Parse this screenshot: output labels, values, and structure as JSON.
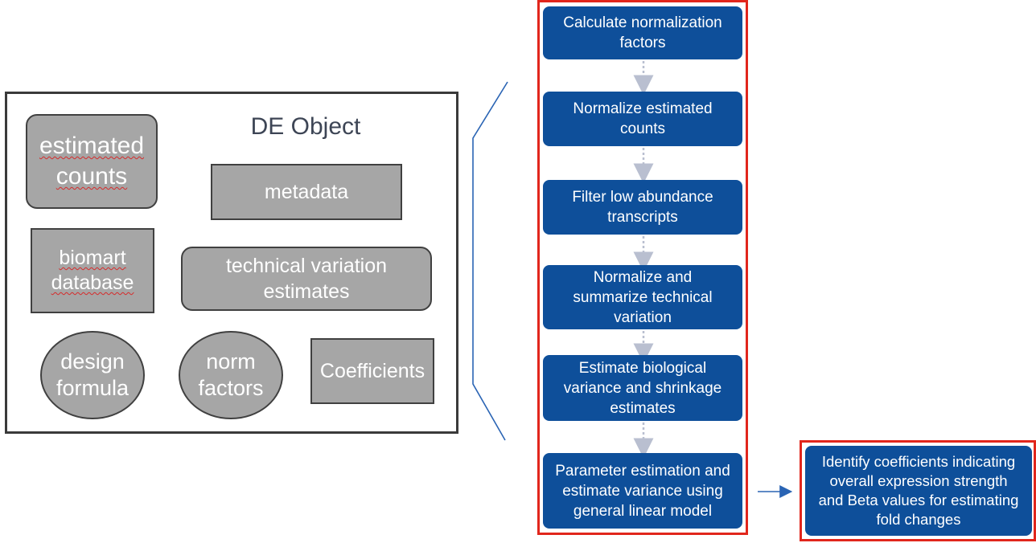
{
  "de_object": {
    "title": "DE Object",
    "components": {
      "estimated_counts": "estimated\ncounts",
      "metadata": "metadata",
      "biomart_database": "biomart\ndatabase",
      "technical_variation_estimates": "technical variation\nestimates",
      "design_formula": "design\nformula",
      "norm_factors": "norm\nfactors",
      "coefficients": "Coefficients"
    }
  },
  "workflow": {
    "steps": [
      "Calculate normalization\nfactors",
      "Normalize estimated\ncounts",
      "Filter low abundance\ntranscripts",
      "Normalize and\nsummarize technical\nvariation",
      "Estimate biological\nvariance and shrinkage\nestimates",
      "Parameter estimation and\nestimate variance using\ngeneral linear model"
    ],
    "result": "Identify coefficients indicating\noverall expression strength\nand Beta values for estimating\nfold changes"
  },
  "colors": {
    "step_fill": "#0e4f9a",
    "highlight_border": "#e1261c",
    "component_fill": "#a6a6a6",
    "dotted_arrow": "#b9bfd0",
    "bracket_line": "#2a64b4"
  }
}
